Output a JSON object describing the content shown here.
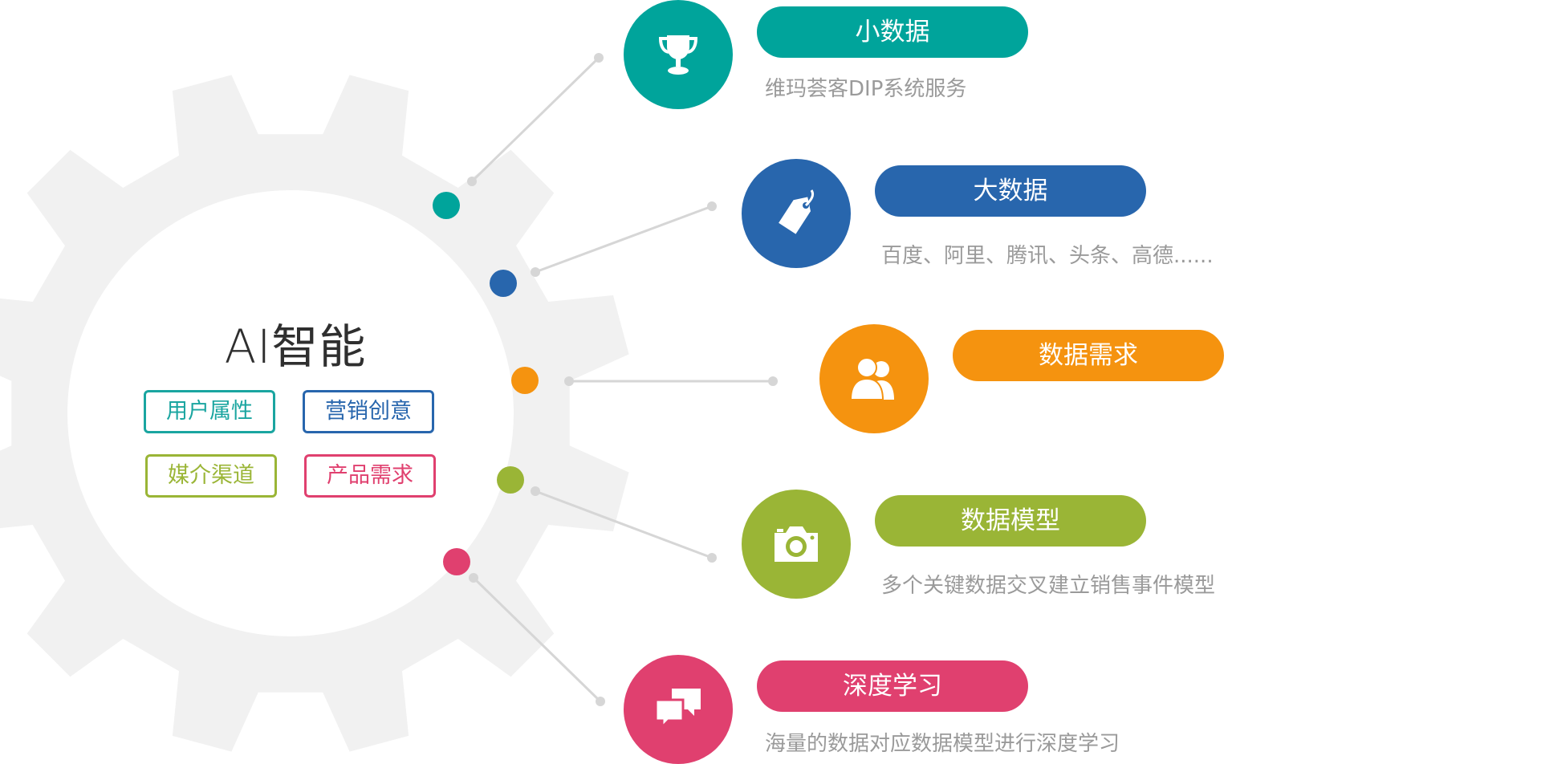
{
  "center": {
    "title": "AI智能",
    "tags": [
      {
        "label": "用户属性",
        "color": "#1aa5a0"
      },
      {
        "label": "营销创意",
        "color": "#2866ad"
      },
      {
        "label": "媒介渠道",
        "color": "#9ab536"
      },
      {
        "label": "产品需求",
        "color": "#e0406f"
      }
    ]
  },
  "nodes": [
    {
      "title": "小数据",
      "description": "维玛荟客DIP系统服务",
      "color": "#00a49b",
      "icon": "trophy-icon"
    },
    {
      "title": "大数据",
      "description": "百度、阿里、腾讯、头条、高德......",
      "color": "#2866ad",
      "icon": "price-tag-icon"
    },
    {
      "title": "数据需求",
      "description": "",
      "color": "#f5930f",
      "icon": "users-icon"
    },
    {
      "title": "数据模型",
      "description": "多个关键数据交叉建立销售事件模型",
      "color": "#9ab536",
      "icon": "camera-icon"
    },
    {
      "title": "深度学习",
      "description": "海量的数据对应数据模型进行深度学习",
      "color": "#e0406f",
      "icon": "chat-bubbles-icon"
    }
  ],
  "colors": {
    "gear": "#f1f1f1",
    "connector": "#d6d6d6",
    "title_text": "#2f2f2f",
    "description_text": "#9a9a9a"
  }
}
